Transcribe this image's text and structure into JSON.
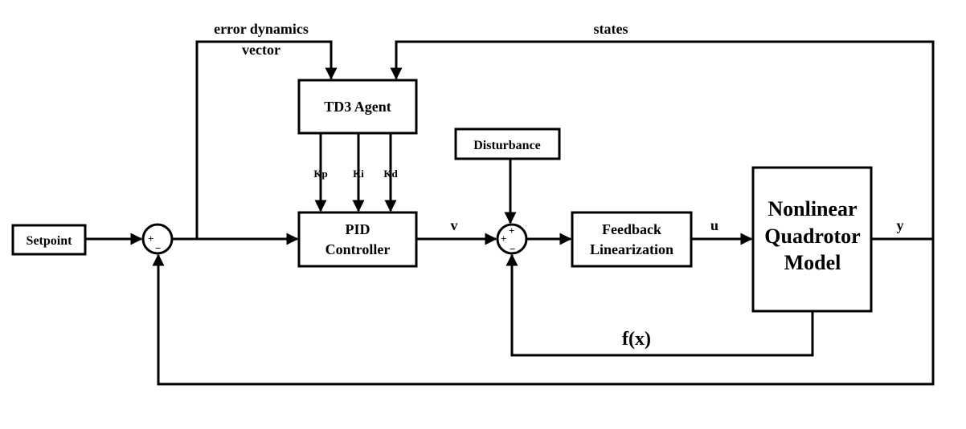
{
  "blocks": {
    "setpoint": "Setpoint",
    "td3_agent": "TD3 Agent",
    "pid_line1": "PID",
    "pid_line2": "Controller",
    "disturbance": "Disturbance",
    "feedback_line1": "Feedback",
    "feedback_line2": "Linearization",
    "plant_line1": "Nonlinear",
    "plant_line2": "Quadrotor",
    "plant_line3": "Model"
  },
  "signals": {
    "error_line1": "error dynamics",
    "error_line2": "vector",
    "states": "states",
    "v": "v",
    "u": "u",
    "y": "y",
    "fx": "f(x)",
    "kp": "Kp",
    "ki": "Ki",
    "kd": "Kd"
  },
  "summing_junctions": {
    "error_sum": {
      "plus": "+",
      "minus": "−"
    },
    "input_sum": {
      "plus_top": "+",
      "plus_left": "+",
      "minus": "−"
    }
  }
}
